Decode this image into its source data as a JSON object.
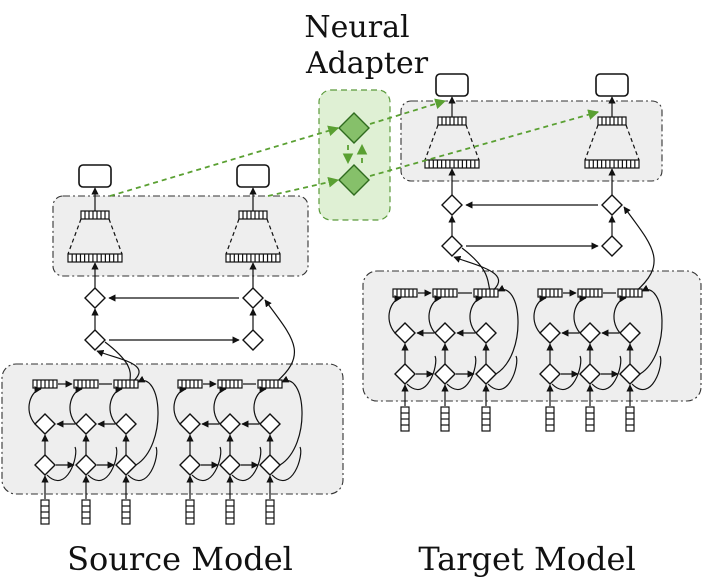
{
  "labels": {
    "adapter_line1": "Neural",
    "adapter_line2": "Adapter",
    "source": "Source  Model",
    "target": "Target  Model"
  },
  "colors": {
    "panel_fill": "#eeeeee",
    "adapter_fill": "#dff0d4",
    "adapter_node": "#86c06a",
    "adapter_arrow": "#5aa032"
  }
}
